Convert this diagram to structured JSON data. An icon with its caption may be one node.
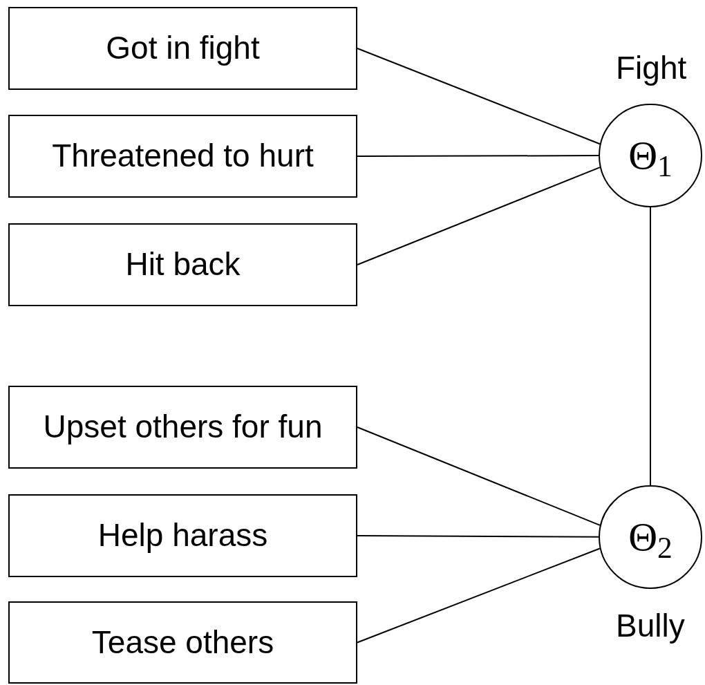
{
  "diagram": {
    "nodes": [
      {
        "text": [
          "Got in fight"
        ]
      },
      {
        "text": [
          "Threatened to hurt"
        ]
      },
      {
        "text": [
          "Hit back"
        ]
      },
      {
        "text": [
          "Upset others for fun"
        ]
      },
      {
        "text": [
          "Help harass"
        ]
      },
      {
        "text": [
          "Tease others"
        ]
      },
      {
        "text": [
          "Θ$_{1}$"
        ],
        "beside": [
          "Fight"
        ]
      },
      {
        "text": [
          "Θ$_{2}$"
        ],
        "beside": [
          "Bully"
        ]
      }
    ],
    "edges": [
      {
        "from": 0,
        "to": 6,
        "arrow": "none"
      },
      {
        "from": 1,
        "to": 6,
        "arrow": "none"
      },
      {
        "from": 2,
        "to": 6,
        "arrow": "none"
      },
      {
        "from": 3,
        "to": 7,
        "arrow": "none"
      },
      {
        "from": 4,
        "to": 7,
        "arrow": "none"
      },
      {
        "from": 5,
        "to": 7,
        "arrow": "none"
      },
      {
        "from": 6,
        "to": 7,
        "arrow": "none"
      }
    ]
  }
}
